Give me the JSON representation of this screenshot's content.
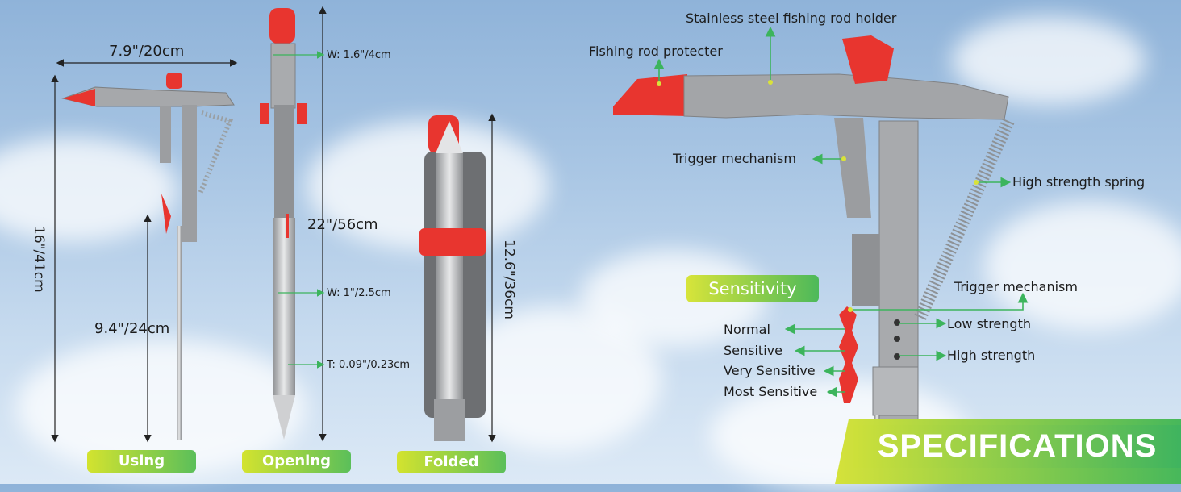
{
  "dims": {
    "width": "7.9\"/20cm",
    "height": "16\"/41cm",
    "pole": "9.4\"/24cm",
    "open_length": "22\"/56cm",
    "w_top": "W: 1.6\"/4cm",
    "w_mid": "W: 1\"/2.5cm",
    "thickness": "T: 0.09\"/0.23cm",
    "folded_length": "12.6\"/36cm"
  },
  "modes": [
    "Using",
    "Opening",
    "Folded"
  ],
  "parts": {
    "holder": "Stainless steel fishing rod holder",
    "protecter": "Fishing rod protecter",
    "trigger1": "Trigger mechanism",
    "spring": "High strength spring",
    "trigger2": "Trigger mechanism",
    "low": "Low strength",
    "high": "High strength"
  },
  "sensitivity": {
    "title": "Sensitivity",
    "levels": [
      "Normal",
      "Sensitive",
      "Very Sensitive",
      "Most Sensitive"
    ]
  },
  "banner": "SPECIFICATIONS",
  "colors": {
    "accent_green": "#4db95a",
    "accent_yellow": "#d5e23a",
    "rod_red": "#e8352f",
    "metal": "#a7a9ab"
  }
}
